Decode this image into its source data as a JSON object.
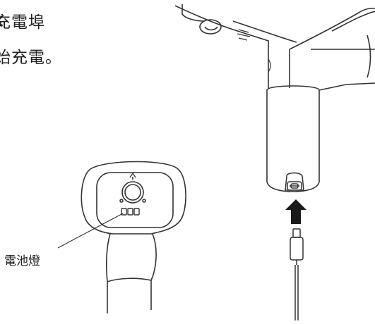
{
  "instructions": {
    "line1": "充電埠",
    "line2": "始充電。"
  },
  "callouts": {
    "battery_indicator": "電池燈"
  },
  "icons": [
    "power-icon",
    "battery-level-icon",
    "upload-arrow-icon",
    "usb-c-cable-icon"
  ]
}
